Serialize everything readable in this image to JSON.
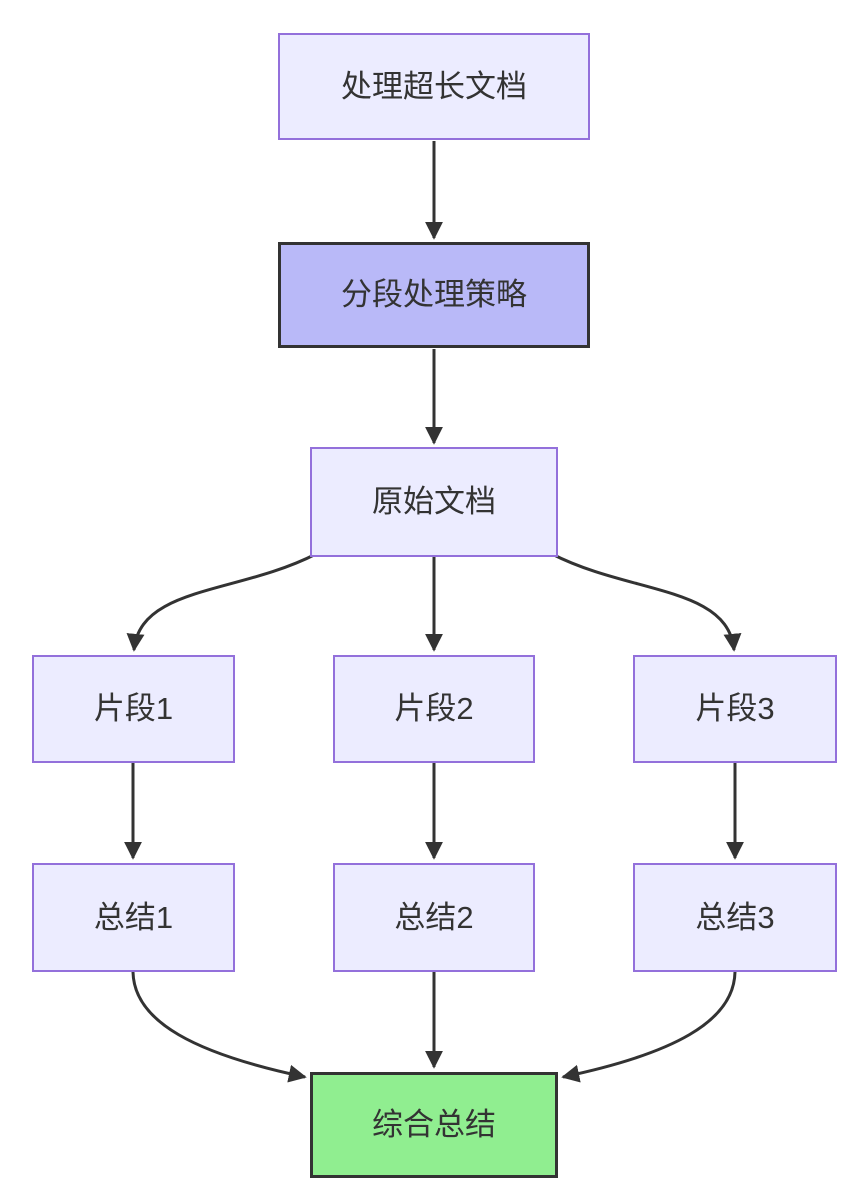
{
  "diagram": {
    "type": "flowchart",
    "direction": "top-down",
    "nodes": {
      "root": {
        "label": "处理超长文档",
        "style": "default"
      },
      "strategy": {
        "label": "分段处理策略",
        "style": "highlight"
      },
      "doc": {
        "label": "原始文档",
        "style": "default"
      },
      "seg1": {
        "label": "片段1",
        "style": "default"
      },
      "seg2": {
        "label": "片段2",
        "style": "default"
      },
      "seg3": {
        "label": "片段3",
        "style": "default"
      },
      "sum1": {
        "label": "总结1",
        "style": "default"
      },
      "sum2": {
        "label": "总结2",
        "style": "default"
      },
      "sum3": {
        "label": "总结3",
        "style": "default"
      },
      "final": {
        "label": "综合总结",
        "style": "success"
      }
    },
    "edges": [
      {
        "from": "处理超长文档",
        "to": "分段处理策略"
      },
      {
        "from": "分段处理策略",
        "to": "原始文档"
      },
      {
        "from": "原始文档",
        "to": "片段1"
      },
      {
        "from": "原始文档",
        "to": "片段2"
      },
      {
        "from": "原始文档",
        "to": "片段3"
      },
      {
        "from": "片段1",
        "to": "总结1"
      },
      {
        "from": "片段2",
        "to": "总结2"
      },
      {
        "from": "片段3",
        "to": "总结3"
      },
      {
        "from": "总结1",
        "to": "综合总结"
      },
      {
        "from": "总结2",
        "to": "综合总结"
      },
      {
        "from": "总结3",
        "to": "综合总结"
      }
    ],
    "colors": {
      "node_default_fill": "#ECECFF",
      "node_default_border": "#9370DB",
      "node_highlight_fill": "#B9B9F8",
      "node_highlight_border": "#333333",
      "node_success_fill": "#90EE90",
      "node_success_border": "#333333",
      "edge": "#333333",
      "text": "#333333",
      "background": "#FFFFFF"
    }
  }
}
